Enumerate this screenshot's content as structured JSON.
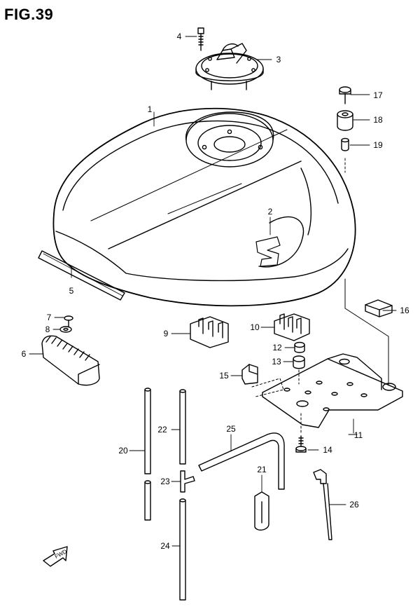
{
  "figure": {
    "title": "FIG.39"
  },
  "callouts": [
    "1",
    "2",
    "3",
    "4",
    "5",
    "6",
    "7",
    "8",
    "9",
    "10",
    "11",
    "12",
    "13",
    "14",
    "15",
    "16",
    "17",
    "18",
    "19",
    "20",
    "21",
    "22",
    "23",
    "24",
    "25",
    "26"
  ],
  "fwd_label": "FWD",
  "colors": {
    "line": "#000000",
    "background": "#ffffff"
  }
}
